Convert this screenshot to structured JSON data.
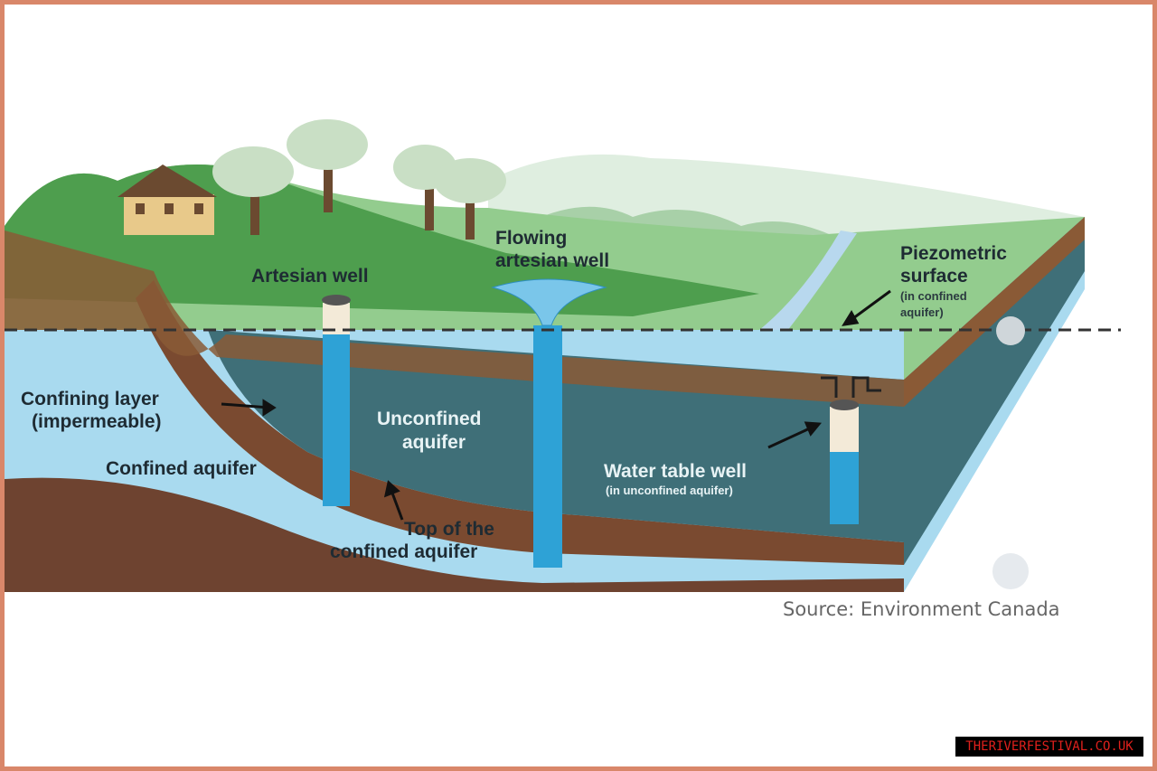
{
  "labels": {
    "artesian_well": "Artesian well",
    "flowing_1": "Flowing",
    "flowing_2": "artesian well",
    "piezo_1": "Piezometric",
    "piezo_2": "surface",
    "piezo_3": "(in confined",
    "piezo_4": "aquifer)",
    "confining_1": "Confining layer",
    "confining_2": "(impermeable)",
    "confined_aquifer": "Confined aquifer",
    "unconfined_1": "Unconfined",
    "unconfined_2": "aquifer",
    "water_table_well": "Water table well",
    "water_table_sub": "(in unconfined aquifer)",
    "top_1": "Top of the",
    "top_2": "confined aquifer"
  },
  "source": "Source: Environment Canada",
  "watermark": "THERIVERFESTIVAL.CO.UK",
  "colors": {
    "frame": "#d9876a",
    "grass": "#5aa85a",
    "water": "#9fd3ea",
    "clay": "#7a4a30",
    "teal": "#3f6f78"
  }
}
